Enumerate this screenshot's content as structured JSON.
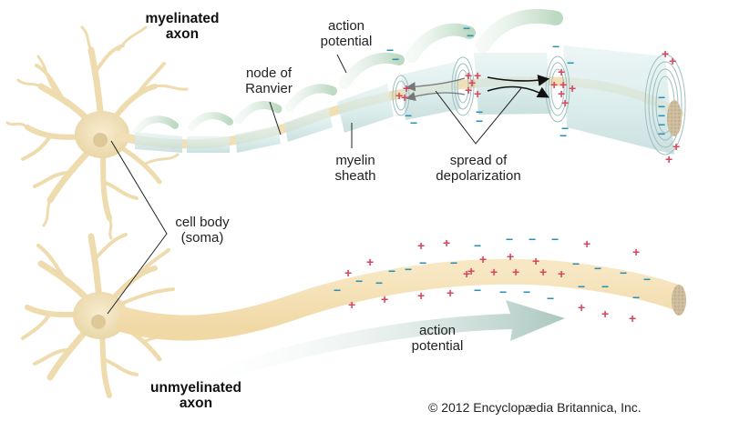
{
  "labels": {
    "myelinated_axon": [
      "myelinated",
      "axon"
    ],
    "action_potential_top": [
      "action",
      "potential"
    ],
    "node_of_ranvier": [
      "node of",
      "Ranvier"
    ],
    "myelin_sheath": [
      "myelin",
      "sheath"
    ],
    "spread_of_depolarization": [
      "spread of",
      "depolarization"
    ],
    "cell_body": [
      "cell body",
      "(soma)"
    ],
    "action_potential_bottom": [
      "action",
      "potential"
    ],
    "unmyelinated_axon": [
      "unmyelinated",
      "axon"
    ]
  },
  "copyright": "© 2012 Encyclopædia Britannica, Inc.",
  "colors": {
    "neuron": "#f3e4bf",
    "neuron_dark": "#e6cf99",
    "myelin": "#cfe6e6",
    "myelin_edge": "#9fbfbf",
    "arrow": "#c9e0cc",
    "plus": "#d9455a",
    "minus": "#2d8fb3",
    "cut_end": "#c9b89a",
    "leader": "#222222"
  },
  "charges": {
    "plus_symbol": "+",
    "minus_symbol": "−"
  }
}
